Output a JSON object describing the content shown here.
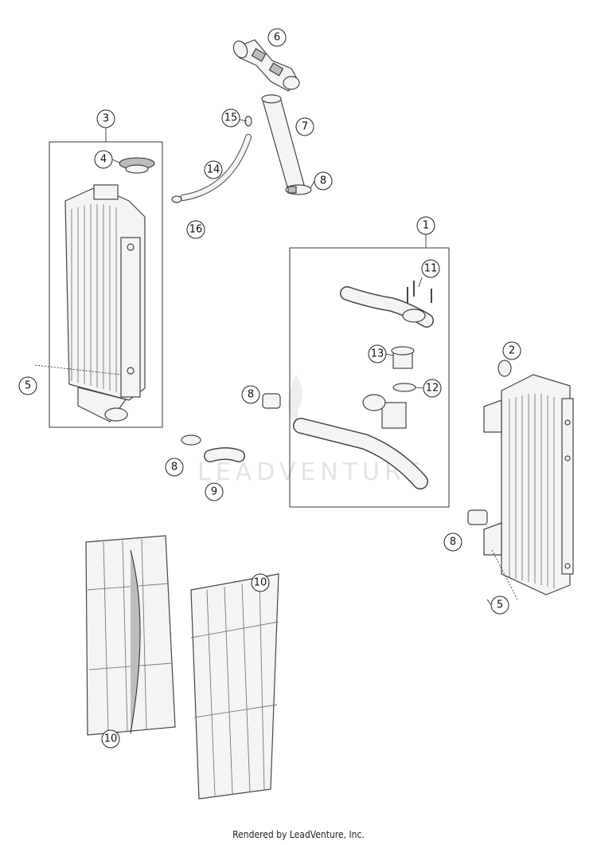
{
  "watermark": "LEADVENTURE",
  "footer": "Rendered by LeadVenture, Inc.",
  "callouts": [
    "6",
    "15",
    "7",
    "3",
    "4",
    "14",
    "8",
    "16",
    "1",
    "11",
    "5",
    "13",
    "2",
    "12",
    "8",
    "8",
    "9",
    "8",
    "10",
    "10",
    "5"
  ]
}
